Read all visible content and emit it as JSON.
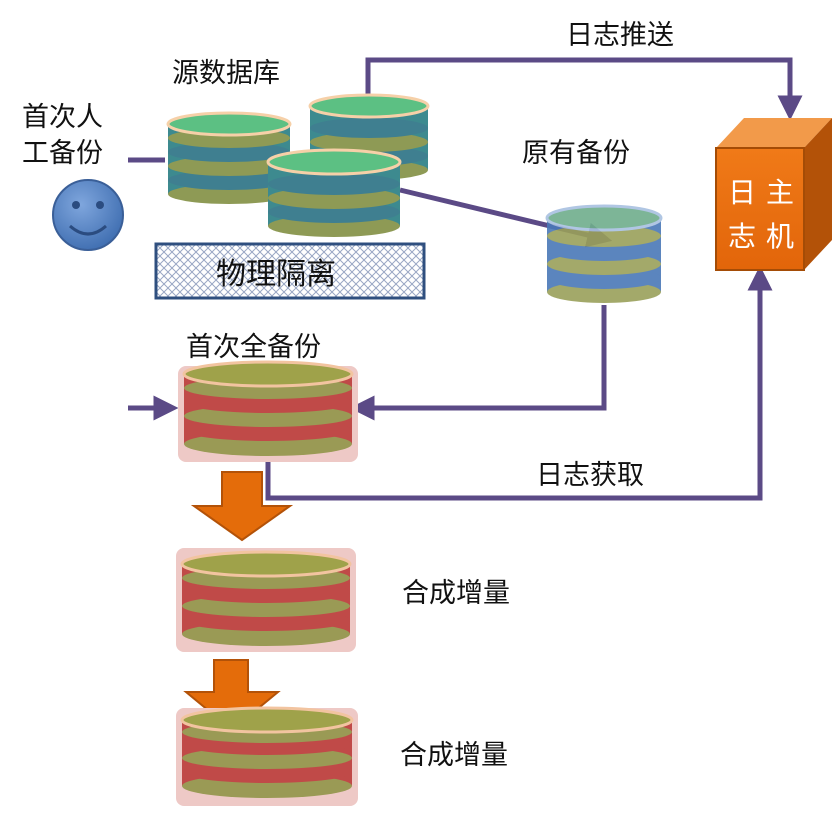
{
  "labels": {
    "source_db": "源数据库",
    "first_manual_backup": [
      "首次人",
      "工备份"
    ],
    "physical_isolation": "物理隔离",
    "existing_backup": "原有备份",
    "first_full_backup": "首次全备份",
    "log_push": "日志推送",
    "log_fetch": "日志获取",
    "host": [
      "主",
      "机"
    ],
    "host_log": [
      "日",
      "志"
    ],
    "synthesized_incremental_1": "合成增量",
    "synthesized_incremental_2": "合成增量"
  },
  "colors": {
    "arrow_line": "#5b4a86",
    "green_db": "#4caf6e",
    "teal_db": "#3d7f8f",
    "red_db": "#c04a48",
    "olive_db": "#9a9a55",
    "blue_db": "#4a78b8",
    "host_orange": "#e46c0a",
    "big_arrow_orange": "#e46c0a",
    "smiley_blue": "#4f7fc0"
  },
  "icons": {
    "user": "smiley-face-icon",
    "host": "server-box-icon",
    "database": "database-stack-icon"
  }
}
